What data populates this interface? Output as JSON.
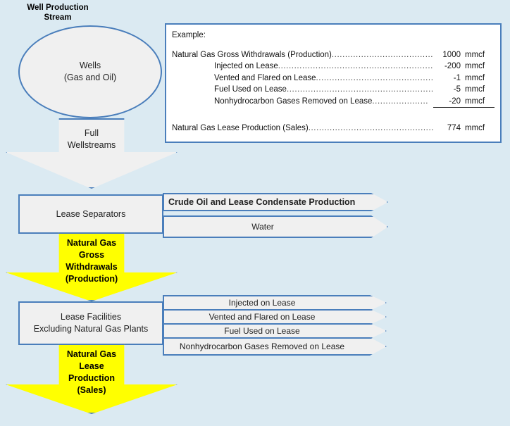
{
  "title": "Well Production\nStream",
  "title_line1": "Well Production",
  "title_line2": "Stream",
  "colors": {
    "background": "#dbeaf2",
    "border_blue": "#4a7ebb",
    "box_fill": "#f0f0f0",
    "highlight_yellow": "#ffff00",
    "example_fill": "#ffffff"
  },
  "wells": {
    "line1": "Wells",
    "line2": "(Gas and Oil)"
  },
  "full_wellstreams": {
    "line1": "Full",
    "line2": "Wellstreams"
  },
  "lease_separators": {
    "label": "Lease Separators"
  },
  "lease_facilities": {
    "line1": "Lease Facilities",
    "line2": "Excluding Natural Gas Plants"
  },
  "natural_gas_gross": {
    "line1": "Natural Gas",
    "line2": "Gross",
    "line3": "Withdrawals",
    "line4": "(Production)"
  },
  "natural_gas_lease": {
    "line1": "Natural Gas",
    "line2": "Lease",
    "line3": "Production",
    "line4": "(Sales)"
  },
  "separator_outputs": [
    {
      "label": "Crude Oil and Lease Condensate Production",
      "style": "bold-left"
    },
    {
      "label": "Water",
      "style": "centered"
    }
  ],
  "facility_outputs": [
    {
      "label": "Injected on Lease"
    },
    {
      "label": "Vented and Flared on Lease"
    },
    {
      "label": "Fuel Used on Lease"
    },
    {
      "label": "Nonhydrocarbon Gases Removed on Lease"
    }
  ],
  "example": {
    "heading": "Example:",
    "rows": [
      {
        "indent": false,
        "label": "Natural Gas Gross Withdrawals (Production)",
        "dots": "..........................................................",
        "value": "1000",
        "unit": "mmcf",
        "subtotal": false
      },
      {
        "indent": true,
        "label": "Injected on Lease",
        "dots": "..........................................................................",
        "value": "-200",
        "unit": "mmcf",
        "subtotal": false
      },
      {
        "indent": true,
        "label": "Vented and Flared on Lease",
        "dots": "...............................................................",
        "value": "-1",
        "unit": "mmcf",
        "subtotal": false
      },
      {
        "indent": true,
        "label": "Fuel Used on Lease",
        "dots": "..........................................................................",
        "value": "-5",
        "unit": "mmcf",
        "subtotal": false
      },
      {
        "indent": true,
        "label": "Nonhydrocarbon Gases Removed on Lease",
        "dots": ".....................",
        "value": "-20",
        "unit": "mmcf",
        "subtotal": true
      }
    ],
    "total": {
      "label": "Natural Gas Lease Production (Sales)",
      "dots": "................................................................",
      "value": "774",
      "unit": "mmcf"
    }
  }
}
